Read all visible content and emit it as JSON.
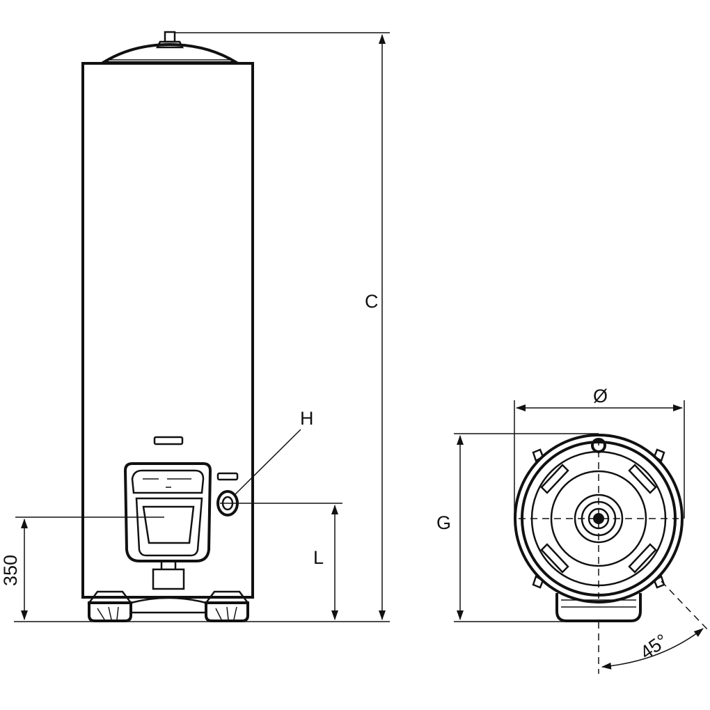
{
  "labels": {
    "height_total": "C",
    "connector": "H",
    "connector_height": "L",
    "diameter": "Ø",
    "depth": "G",
    "base_height": "350",
    "angle": "45°"
  },
  "colors": {
    "stroke": "#111111",
    "background": "#ffffff"
  }
}
